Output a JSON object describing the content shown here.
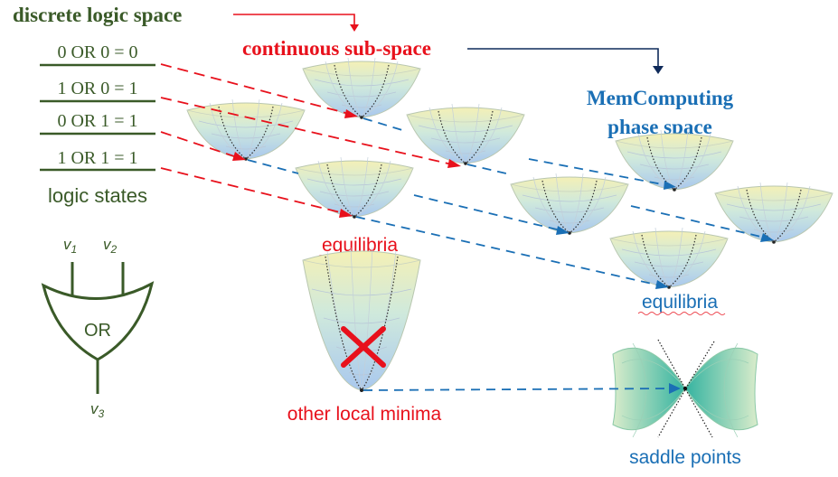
{
  "headings": {
    "discrete": "discrete logic space",
    "continuous": "continuous sub-space",
    "memcomputing_line1": "MemComputing",
    "memcomputing_line2": "phase space"
  },
  "logic_table": {
    "rows": [
      "0 OR 0 = 0",
      "1 OR 0 = 1",
      "0 OR 1 = 1",
      "1 OR 1 = 1"
    ],
    "caption": "logic states"
  },
  "gate": {
    "label": "OR",
    "input1": "v",
    "input1_sub": "1",
    "input2": "v",
    "input2_sub": "2",
    "output": "v",
    "output_sub": "3"
  },
  "labels": {
    "equilibria_red": "equilibria",
    "equilibria_blue": "equilibria",
    "other_minima": "other local minima",
    "saddle": "saddle points"
  },
  "colors": {
    "green": "#3a5a28",
    "red": "#e8111c",
    "blue": "#1a6fb5",
    "navy": "#0f2a5a"
  },
  "icons": {
    "reject_mark": "red-x-icon"
  }
}
